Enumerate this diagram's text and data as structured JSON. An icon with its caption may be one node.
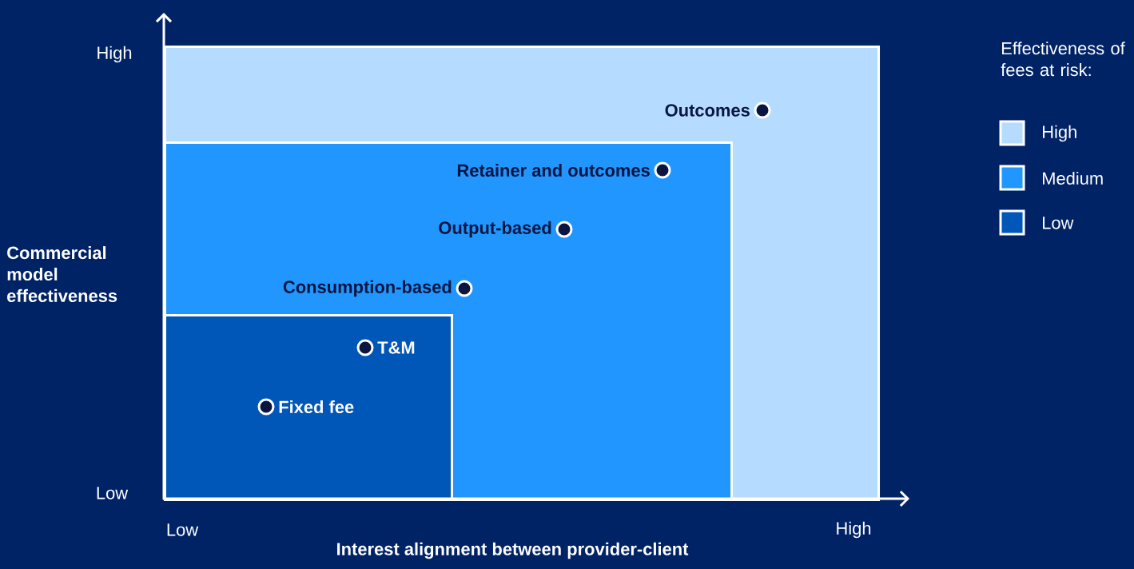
{
  "diagram": {
    "nodes": [
      {
        "text": [],
        "shape": "box"
      },
      {
        "text": [],
        "shape": "box",
        "in": 0
      },
      {
        "text": [],
        "shape": "box",
        "in": 1
      },
      {
        "text": [
          "Outcomes"
        ],
        "in": 0
      },
      {
        "text": [
          "Retainer and outcomes"
        ],
        "in": 1
      },
      {
        "text": [
          "Output-based"
        ],
        "in": 1
      },
      {
        "text": [
          "Consumption-based"
        ],
        "in": 1
      },
      {
        "text": [
          "T&M"
        ],
        "in": 2
      },
      {
        "text": [
          "Fixed fee"
        ],
        "in": 2
      }
    ],
    "labels": [
      "High",
      "Effectiveness of fees at risk:",
      "Commercial model effectiveness",
      "Low",
      "Low",
      "High",
      "Interest alignment between provider-client"
    ],
    "legend": [
      {
        "text": "High",
        "color": "#b5dcff"
      },
      {
        "text": "Medium",
        "color": "#2196ff"
      },
      {
        "text": "Low",
        "color": "#0057b8"
      }
    ]
  }
}
